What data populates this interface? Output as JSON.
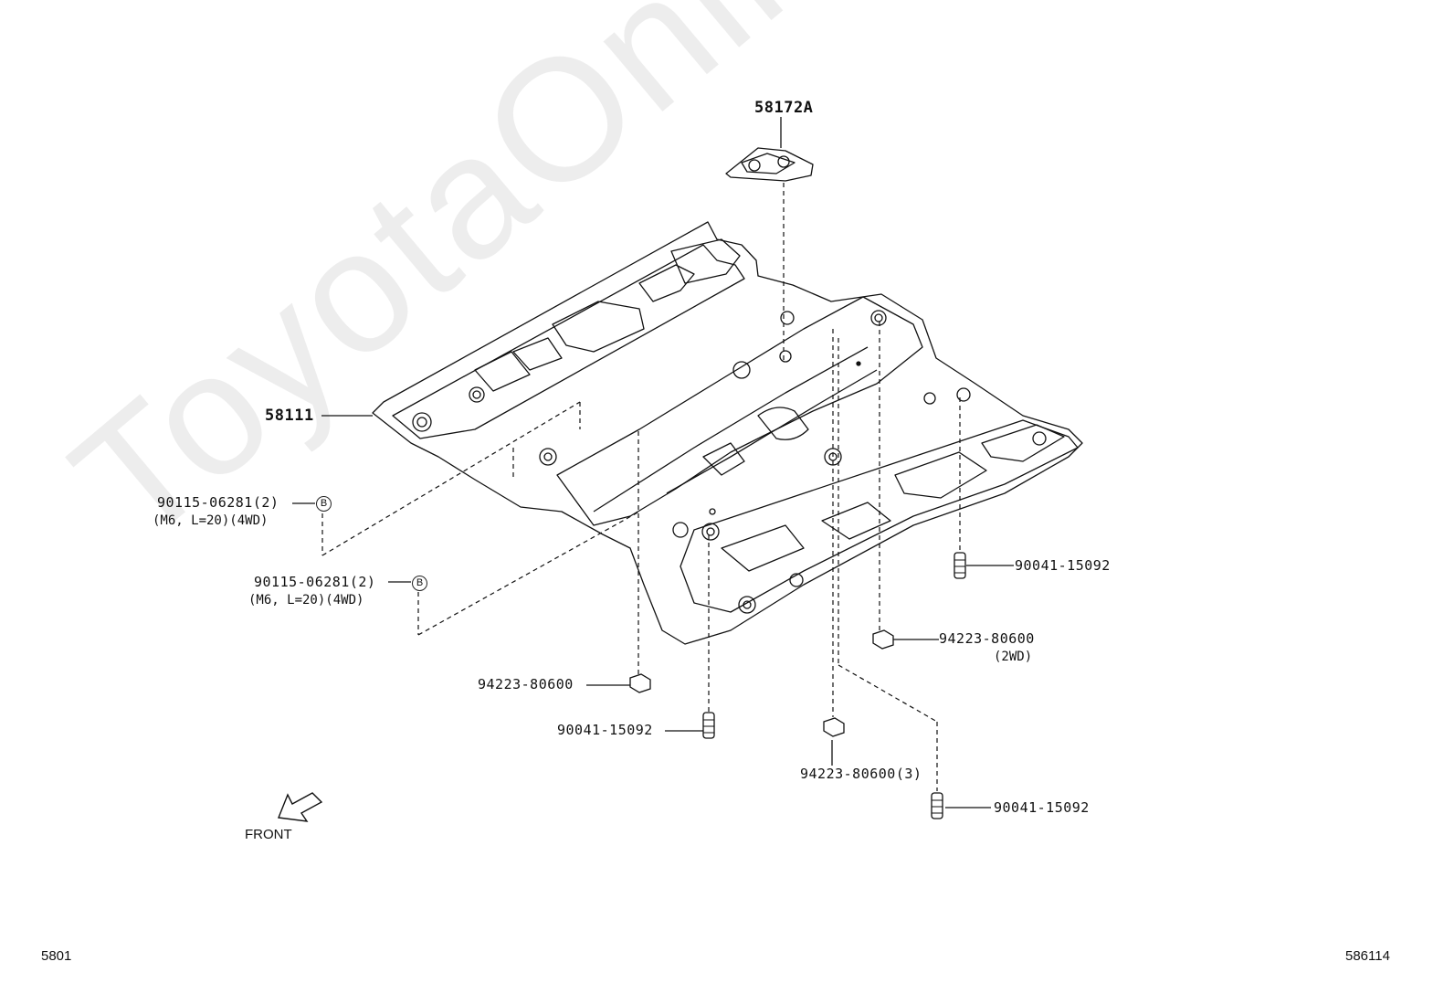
{
  "watermark": "ToyotaOnline.ru",
  "labels": {
    "part_58172A": "58172A",
    "part_58111": "58111",
    "bolt_left_1": "90115-06281(2)",
    "bolt_left_1_spec": "(M6, L=20)(4WD)",
    "bolt_left_2": "90115-06281(2)",
    "bolt_left_2_spec": "(M6, L=20)(4WD)",
    "nut_center_left": "94223-80600",
    "plug_center_left": "90041-15092",
    "nut_center": "94223-80600(3)",
    "plug_right_upper": "90041-15092",
    "nut_right": "94223-80600",
    "nut_right_spec": "(2WD)",
    "plug_right_lower": "90041-15092",
    "callout_b": "B",
    "front": "FRONT"
  },
  "footer": {
    "left_code": "5801",
    "right_code": "586114"
  }
}
